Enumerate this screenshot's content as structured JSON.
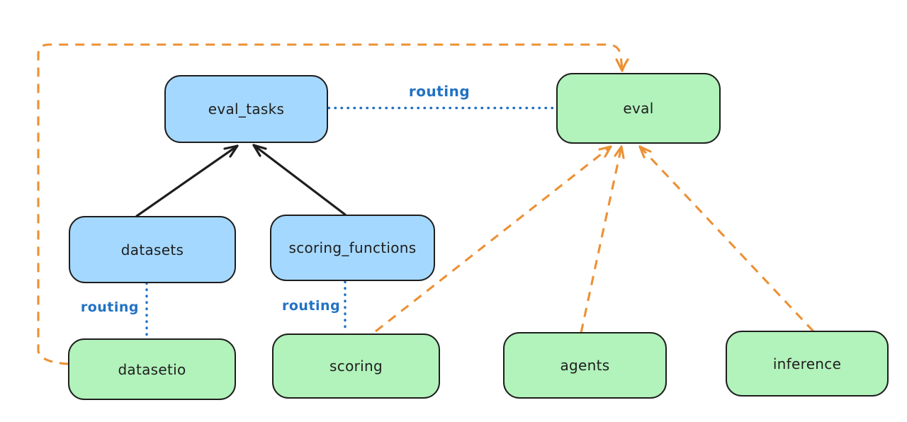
{
  "diagram": {
    "nodes": [
      {
        "id": "eval_tasks",
        "label": "eval_tasks",
        "kind": "api"
      },
      {
        "id": "eval",
        "label": "eval",
        "kind": "provider"
      },
      {
        "id": "datasets",
        "label": "datasets",
        "kind": "api"
      },
      {
        "id": "scoring_functions",
        "label": "scoring_functions",
        "kind": "api"
      },
      {
        "id": "datasetio",
        "label": "datasetio",
        "kind": "provider"
      },
      {
        "id": "scoring",
        "label": "scoring",
        "kind": "provider"
      },
      {
        "id": "agents",
        "label": "agents",
        "kind": "provider"
      },
      {
        "id": "inference",
        "label": "inference",
        "kind": "provider"
      }
    ],
    "edges": [
      {
        "from": "datasets",
        "to": "eval_tasks",
        "style": "solid-black-arrow",
        "label": ""
      },
      {
        "from": "scoring_functions",
        "to": "eval_tasks",
        "style": "solid-black-arrow",
        "label": ""
      },
      {
        "from": "eval_tasks",
        "to": "eval",
        "style": "dotted-blue",
        "label": "routing"
      },
      {
        "from": "datasets",
        "to": "datasetio",
        "style": "dotted-blue",
        "label": "routing"
      },
      {
        "from": "scoring_functions",
        "to": "scoring",
        "style": "dotted-blue",
        "label": "routing"
      },
      {
        "from": "datasetio",
        "to": "eval",
        "style": "dashed-orange-arrow",
        "label": ""
      },
      {
        "from": "scoring",
        "to": "eval",
        "style": "dashed-orange-arrow",
        "label": ""
      },
      {
        "from": "agents",
        "to": "eval",
        "style": "dashed-orange-arrow",
        "label": ""
      },
      {
        "from": "inference",
        "to": "eval",
        "style": "dashed-orange-arrow",
        "label": ""
      }
    ],
    "colors": {
      "node_blue_fill": "#a5d8ff",
      "node_green_fill": "#b2f2bb",
      "node_border": "#1e1e1e",
      "black_edge": "#1e1e1e",
      "routing_blue": "#2272c3",
      "orange": "#ec9134",
      "background": "#ffffff"
    }
  }
}
